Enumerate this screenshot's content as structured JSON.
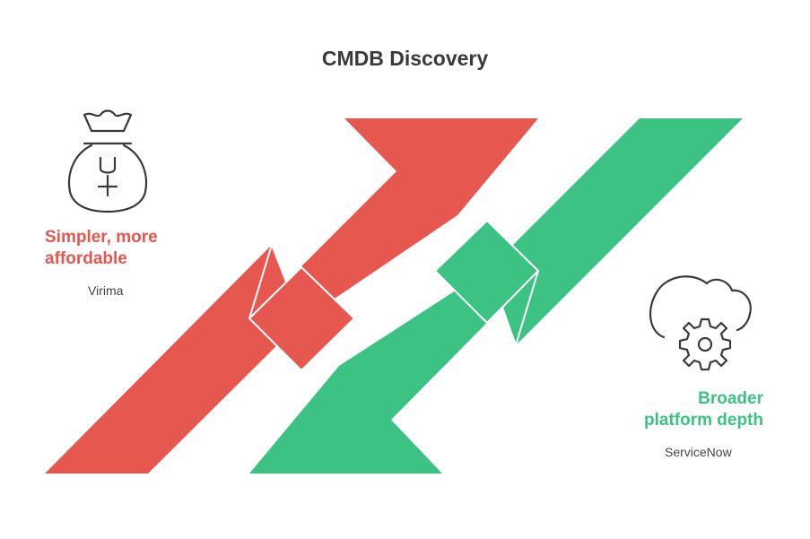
{
  "title": "CMDB Discovery",
  "left": {
    "heading_line1": "Simpler, more",
    "heading_line2": "affordable",
    "label": "Virima",
    "color": "#e5574f",
    "icon": "money-bag-icon"
  },
  "right": {
    "heading_line1": "Broader",
    "heading_line2": "platform depth",
    "label": "ServiceNow",
    "color": "#3cc383",
    "icon": "cloud-gear-icon"
  }
}
